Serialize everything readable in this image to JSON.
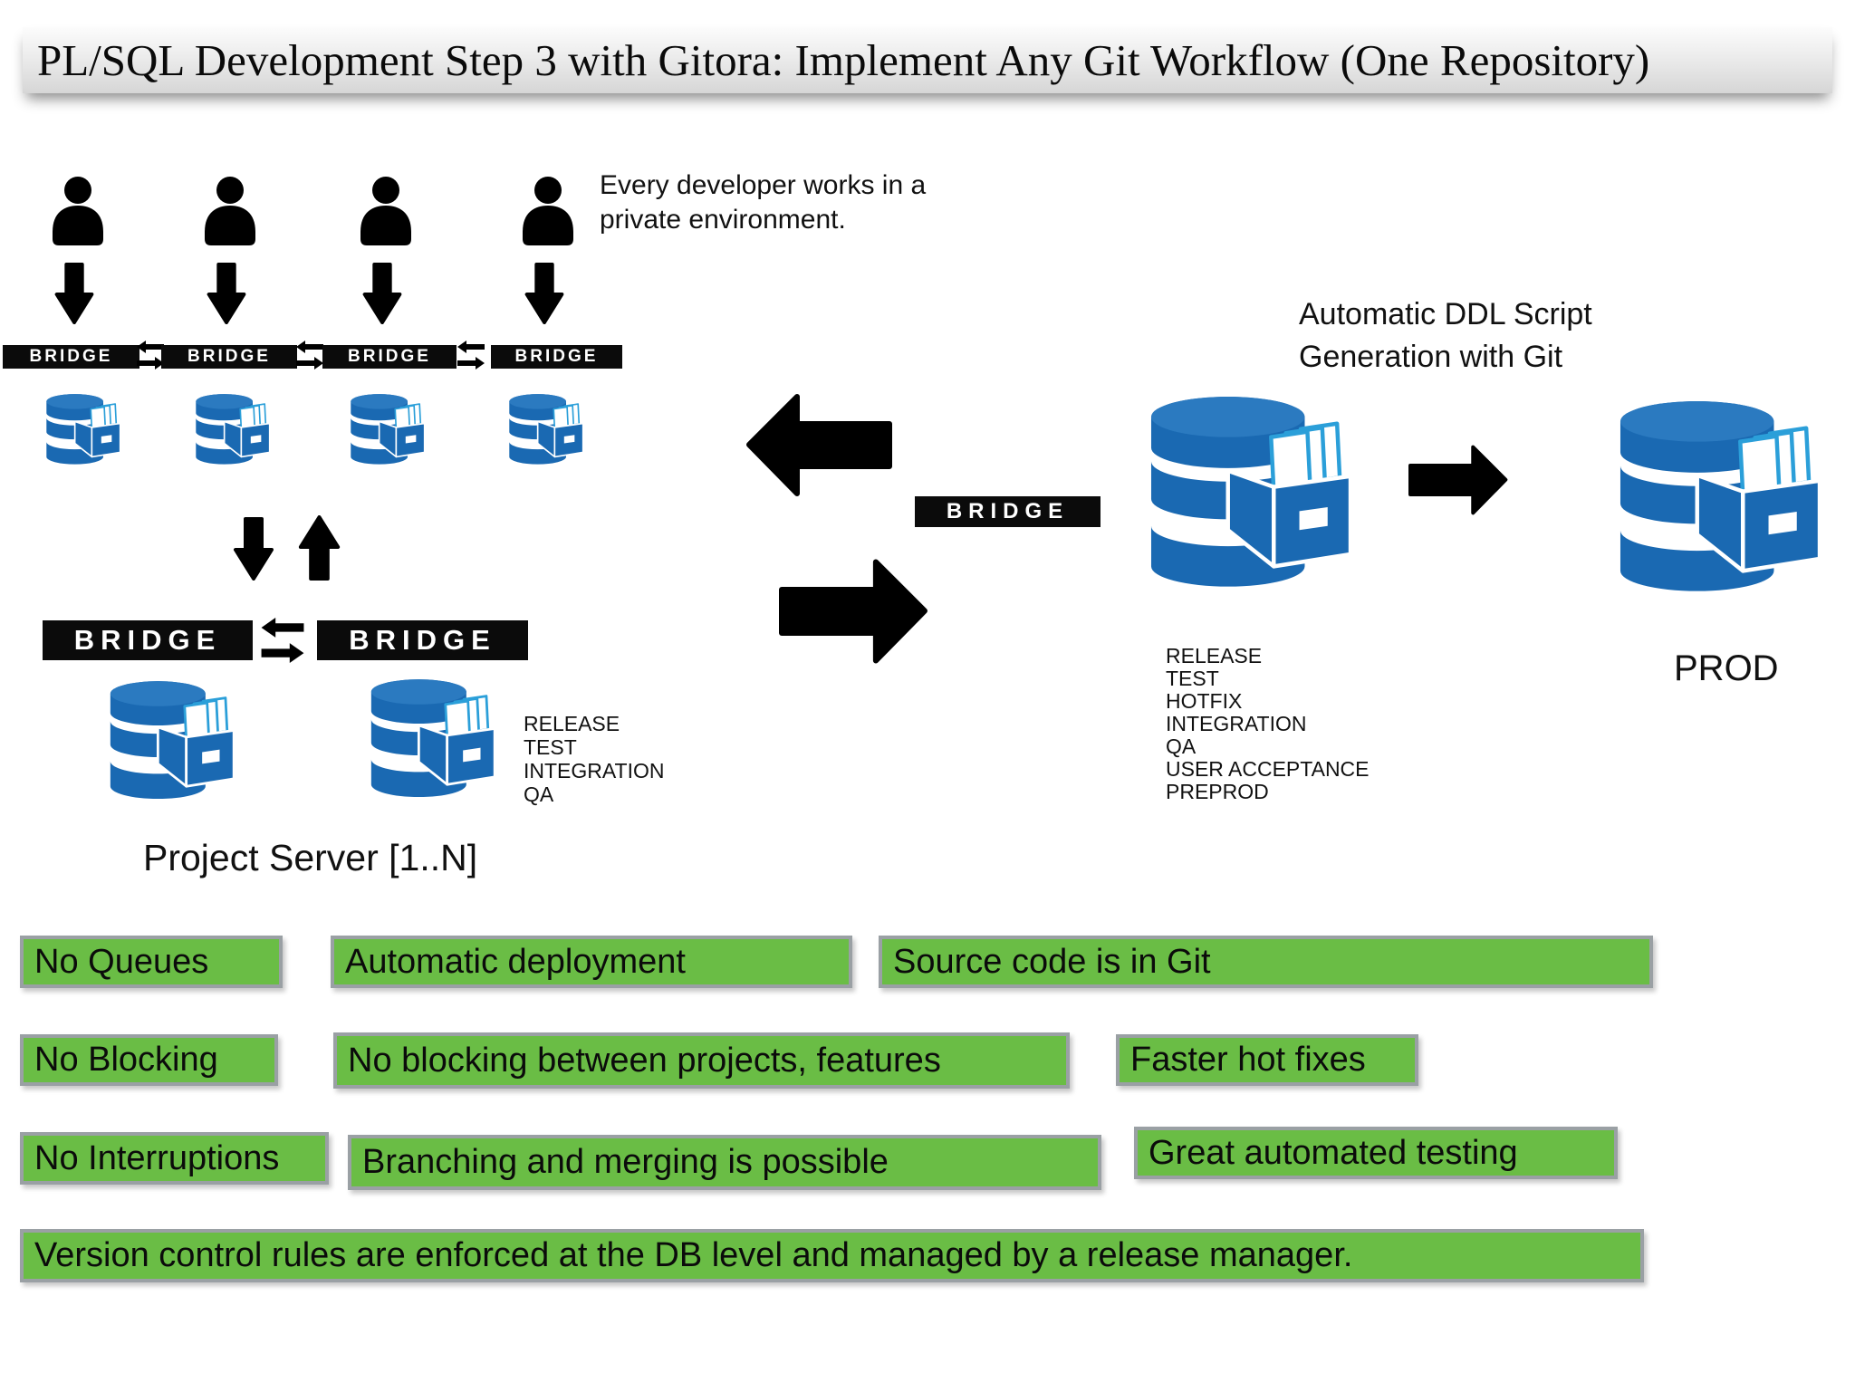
{
  "title": "PL/SQL Development Step 3 with Gitora: Implement Any Git Workflow (One Repository)",
  "notes": {
    "developer": "Every developer works in a private environment.",
    "ddl": "Automatic DDL Script Generation with Git"
  },
  "labels": {
    "bridge": "BRIDGE",
    "prod": "PROD",
    "project_server": "Project Server [1..N]"
  },
  "env_project": [
    "RELEASE",
    "TEST",
    "INTEGRATION",
    "QA"
  ],
  "env_central": [
    "RELEASE",
    "TEST",
    "HOTFIX",
    "INTEGRATION",
    "QA",
    "USER ACCEPTANCE",
    "PREPROD"
  ],
  "benefits": [
    "No Queues",
    "Automatic deployment",
    "Source code is in Git",
    "No Blocking",
    "No blocking between projects, features",
    "Faster hot fixes",
    "No Interruptions",
    "Branching and merging is possible",
    "Great automated testing",
    "Version control rules are enforced at the DB level and managed by a release manager."
  ],
  "icons": {
    "developer": "person-silhouette",
    "database": "database-cylinder-with-open-drawer",
    "arrow_down": "solid-block-arrow-down",
    "arrow_up": "solid-block-arrow-up",
    "arrow_left": "solid-block-arrow-left",
    "arrow_right": "solid-block-arrow-right",
    "sync": "bidirectional-sync-arrows"
  },
  "colors": {
    "db_blue": "#1a69b2",
    "db_blue_light": "#2b7ac0",
    "folder_outline": "#2b9fd9",
    "benefit_green": "#6abd45",
    "benefit_border": "#9aa0a4",
    "bridge_black": "#0b0b0b"
  }
}
